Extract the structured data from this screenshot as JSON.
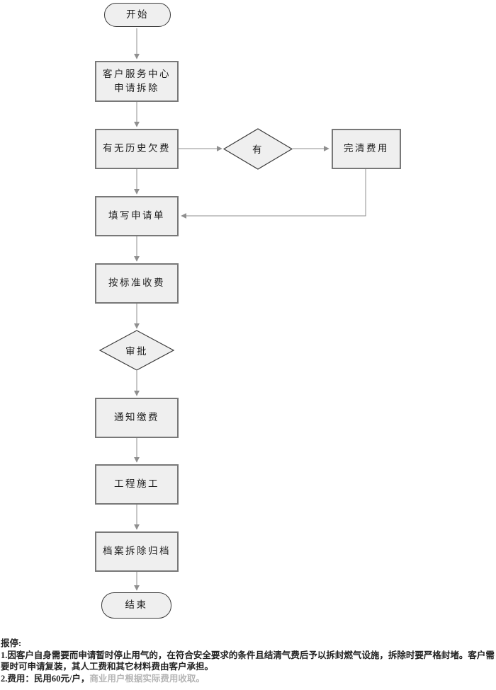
{
  "colors": {
    "node_fill": "#efefef",
    "rect_border": "#787878",
    "terminal_border": "#3a3a3a",
    "connector": "#8f8f8f",
    "text": "#1c1c1c",
    "muted_text": "#b4b4b4"
  },
  "flowchart": {
    "nodes": {
      "start": "开始",
      "apply": "客户服务中心\n申请拆除",
      "arrears": "有无历史欠费",
      "has": "有",
      "settle": "完清费用",
      "form": "填写申请单",
      "charge": "按标准收费",
      "approve": "审批",
      "notify": "通知缴费",
      "construct": "工程施工",
      "archive": "档案拆除归档",
      "end": "结束"
    }
  },
  "footer": {
    "heading": "报停:",
    "note1": "1.因客户自身需要而申请暂时停止用气的，在符合安全要求的条件且结清气费后予以拆封燃气设施，拆除时要严格封堵。客户需要时可申请复装，其人工费和其它材料费由客户承担。",
    "note2_main": "2.费用：民用60元/户，",
    "note2_muted": "商业用户根据实际费用收取。"
  }
}
